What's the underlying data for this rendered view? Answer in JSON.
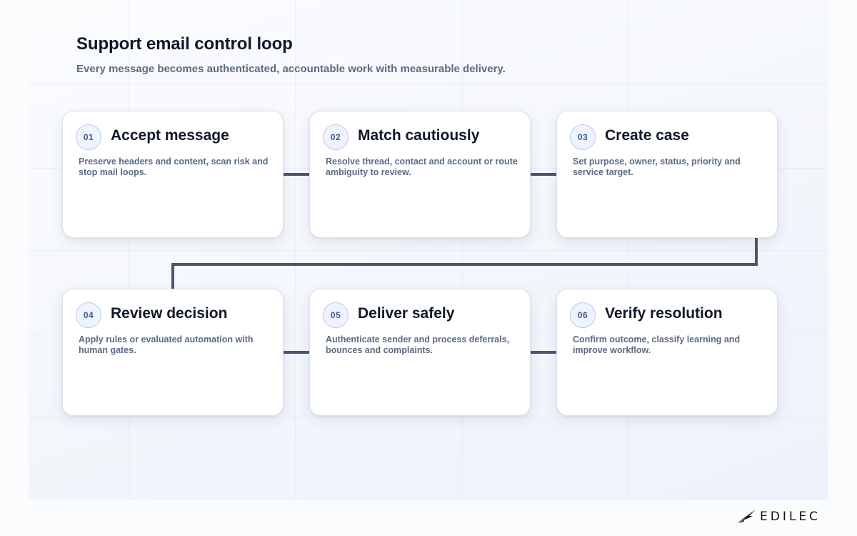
{
  "header": {
    "title": "Support email control loop",
    "subtitle": "Every message becomes authenticated, accountable work with measurable delivery."
  },
  "steps": [
    {
      "number": "01",
      "title": "Accept message",
      "description": "Preserve headers and content, scan risk and stop mail loops."
    },
    {
      "number": "02",
      "title": "Match cautiously",
      "description": "Resolve thread, contact and account or route ambiguity to review."
    },
    {
      "number": "03",
      "title": "Create case",
      "description": "Set purpose, owner, status, priority and service target."
    },
    {
      "number": "04",
      "title": "Review decision",
      "description": "Apply rules or evaluated automation with human gates."
    },
    {
      "number": "05",
      "title": "Deliver safely",
      "description": "Authenticate sender and process deferrals, bounces and complaints."
    },
    {
      "number": "06",
      "title": "Verify resolution",
      "description": "Confirm outcome, classify learning and improve workflow."
    }
  ],
  "brand": {
    "name": "EDILEC",
    "icon": "bird-logo-icon"
  },
  "colors": {
    "connector": "#4a5670",
    "badge_text": "#3b5998",
    "badge_border": "#b8c9ef",
    "title": "#101828",
    "muted": "#5b6b82"
  }
}
